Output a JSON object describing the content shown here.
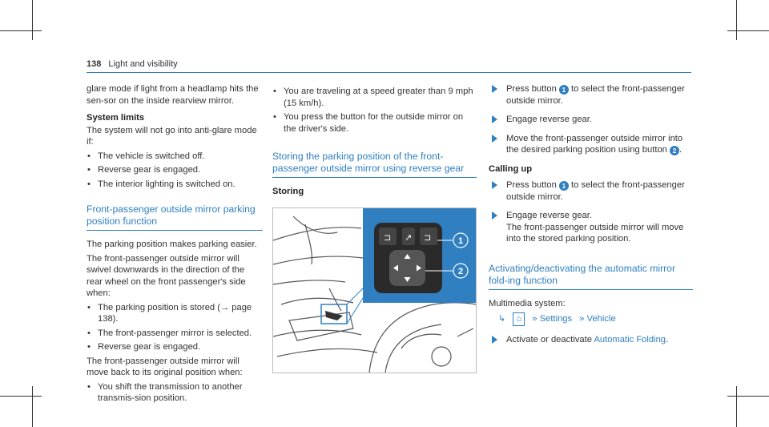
{
  "header": {
    "page_number": "138",
    "title": "Light and visibility"
  },
  "col1": {
    "intro": "glare mode if light from a headlamp hits the sen-sor on the inside rearview mirror.",
    "system_limits_heading": "System limits",
    "system_limits_text": "The system will not go into anti-glare mode if:",
    "system_limits_items": [
      "The vehicle is switched off.",
      "Reverse gear is engaged.",
      "The interior lighting is switched on."
    ],
    "section_heading": "Front-passenger outside mirror parking position function",
    "para1": "The parking position makes parking easier.",
    "para2": "The front-passenger outside mirror will swivel downwards in the direction of the rear wheel on the front passenger's side when:",
    "swivel_items": [
      "The parking position is stored (→ page 138).",
      "The front-passenger mirror is selected.",
      "Reverse gear is engaged."
    ],
    "para3": "The front-passenger outside mirror will move back to its original position when:",
    "return_items": [
      "You shift the transmission to another transmis-sion position."
    ]
  },
  "col2": {
    "items": [
      "You are traveling at a speed greater than 9 mph (15 km/h).",
      "You press the button for the outside mirror on the driver's side."
    ],
    "section_heading": "Storing the parking position of the front-passenger outside mirror using reverse gear",
    "storing_heading": "Storing",
    "callout1": "1",
    "callout2": "2"
  },
  "col3": {
    "step1_pre": "Press button",
    "step1_badge": "1",
    "step1_post": "to select the front-passenger outside mirror.",
    "step2": "Engage reverse gear.",
    "step3_pre": "Move the front-passenger outside mirror into the desired parking position using button",
    "step3_badge": "2",
    "step3_post": ".",
    "calling_heading": "Calling up",
    "step4_pre": "Press button",
    "step4_badge": "1",
    "step4_post": "to select the front-passenger outside mirror.",
    "step5": "Engage reverse gear.",
    "step5_result": "The front-passenger outside mirror will move into the stored parking position.",
    "section_heading": "Activating/deactivating the automatic mirror fold-ing function",
    "multimedia_label": "Multimedia system:",
    "path_settings": "Settings",
    "path_vehicle": "Vehicle",
    "step6_pre": "Activate or deactivate",
    "step6_link": "Automatic Folding",
    "step6_post": "."
  },
  "colors": {
    "accent": "#2f7fc1",
    "text": "#333333"
  }
}
